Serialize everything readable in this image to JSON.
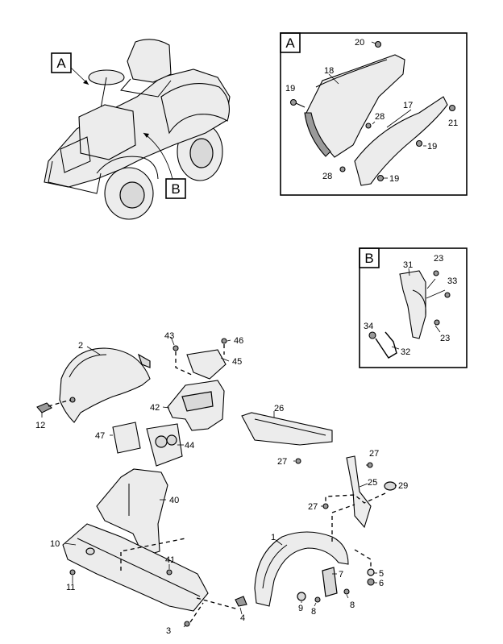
{
  "insets": {
    "a": {
      "letter": "A",
      "callouts": {
        "p20": "20",
        "p18": "18",
        "p19a": "19",
        "p17": "17",
        "p21": "21",
        "p28a": "28",
        "p19b": "19",
        "p28b": "28",
        "p19c": "19"
      }
    },
    "b": {
      "letter": "B",
      "callouts": {
        "p31": "31",
        "p23a": "23",
        "p33": "33",
        "p34": "34",
        "p23b": "23",
        "p32": "32"
      }
    }
  },
  "tractor": {
    "label_a": "A",
    "label_b": "B"
  },
  "callouts": {
    "p2": "2",
    "p12": "12",
    "p43": "43",
    "p46": "46",
    "p45": "45",
    "p42": "42",
    "p47": "47",
    "p44": "44",
    "p26": "26",
    "p27a": "27",
    "p27b": "27",
    "p25": "25",
    "p29": "29",
    "p27c": "27",
    "p40": "40",
    "p10": "10",
    "p41": "41",
    "p11": "11",
    "p1": "1",
    "p7": "7",
    "p5": "5",
    "p6": "6",
    "p9": "9",
    "p8a": "8",
    "p8b": "8",
    "p3": "3",
    "p4": "4"
  }
}
